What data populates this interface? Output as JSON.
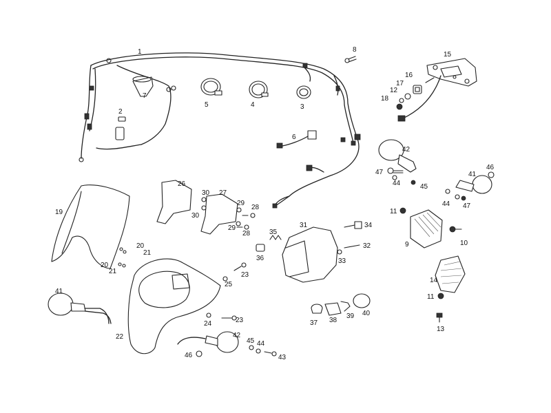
{
  "diagram": {
    "labels": [
      {
        "id": "l1",
        "text": "1"
      },
      {
        "id": "l2",
        "text": "2"
      },
      {
        "id": "l3",
        "text": "3"
      },
      {
        "id": "l4",
        "text": "4"
      },
      {
        "id": "l5",
        "text": "5"
      },
      {
        "id": "l6",
        "text": "6"
      },
      {
        "id": "l7",
        "text": "7"
      },
      {
        "id": "l8",
        "text": "8"
      },
      {
        "id": "l9",
        "text": "9"
      },
      {
        "id": "l10",
        "text": "10"
      },
      {
        "id": "l11a",
        "text": "11"
      },
      {
        "id": "l11b",
        "text": "11"
      },
      {
        "id": "l12",
        "text": "12"
      },
      {
        "id": "l13",
        "text": "13"
      },
      {
        "id": "l14",
        "text": "14"
      },
      {
        "id": "l15",
        "text": "15"
      },
      {
        "id": "l16",
        "text": "16"
      },
      {
        "id": "l17",
        "text": "17"
      },
      {
        "id": "l18",
        "text": "18"
      },
      {
        "id": "l19",
        "text": "19"
      },
      {
        "id": "l20a",
        "text": "20"
      },
      {
        "id": "l20b",
        "text": "20"
      },
      {
        "id": "l21a",
        "text": "21"
      },
      {
        "id": "l21b",
        "text": "21"
      },
      {
        "id": "l22",
        "text": "22"
      },
      {
        "id": "l23a",
        "text": "23"
      },
      {
        "id": "l23b",
        "text": "23"
      },
      {
        "id": "l24",
        "text": "24"
      },
      {
        "id": "l25",
        "text": "25"
      },
      {
        "id": "l26",
        "text": "26"
      },
      {
        "id": "l27",
        "text": "27"
      },
      {
        "id": "l28a",
        "text": "28"
      },
      {
        "id": "l28b",
        "text": "28"
      },
      {
        "id": "l29a",
        "text": "29"
      },
      {
        "id": "l29b",
        "text": "29"
      },
      {
        "id": "l30a",
        "text": "30"
      },
      {
        "id": "l30b",
        "text": "30"
      },
      {
        "id": "l31",
        "text": "31"
      },
      {
        "id": "l32",
        "text": "32"
      },
      {
        "id": "l33",
        "text": "33"
      },
      {
        "id": "l34",
        "text": "34"
      },
      {
        "id": "l35",
        "text": "35"
      },
      {
        "id": "l36",
        "text": "36"
      },
      {
        "id": "l37",
        "text": "37"
      },
      {
        "id": "l38",
        "text": "38"
      },
      {
        "id": "l39",
        "text": "39"
      },
      {
        "id": "l40",
        "text": "40"
      },
      {
        "id": "l41a",
        "text": "41"
      },
      {
        "id": "l41b",
        "text": "41"
      },
      {
        "id": "l42a",
        "text": "42"
      },
      {
        "id": "l42b",
        "text": "42"
      },
      {
        "id": "l43",
        "text": "43"
      },
      {
        "id": "l44a",
        "text": "44"
      },
      {
        "id": "l44b",
        "text": "44"
      },
      {
        "id": "l44c",
        "text": "44"
      },
      {
        "id": "l45a",
        "text": "45"
      },
      {
        "id": "l45b",
        "text": "45"
      },
      {
        "id": "l46a",
        "text": "46"
      },
      {
        "id": "l46b",
        "text": "46"
      },
      {
        "id": "l47a",
        "text": "47"
      },
      {
        "id": "l47b",
        "text": "47"
      }
    ]
  },
  "colors": {
    "line": "#222222",
    "background": "#ffffff"
  }
}
